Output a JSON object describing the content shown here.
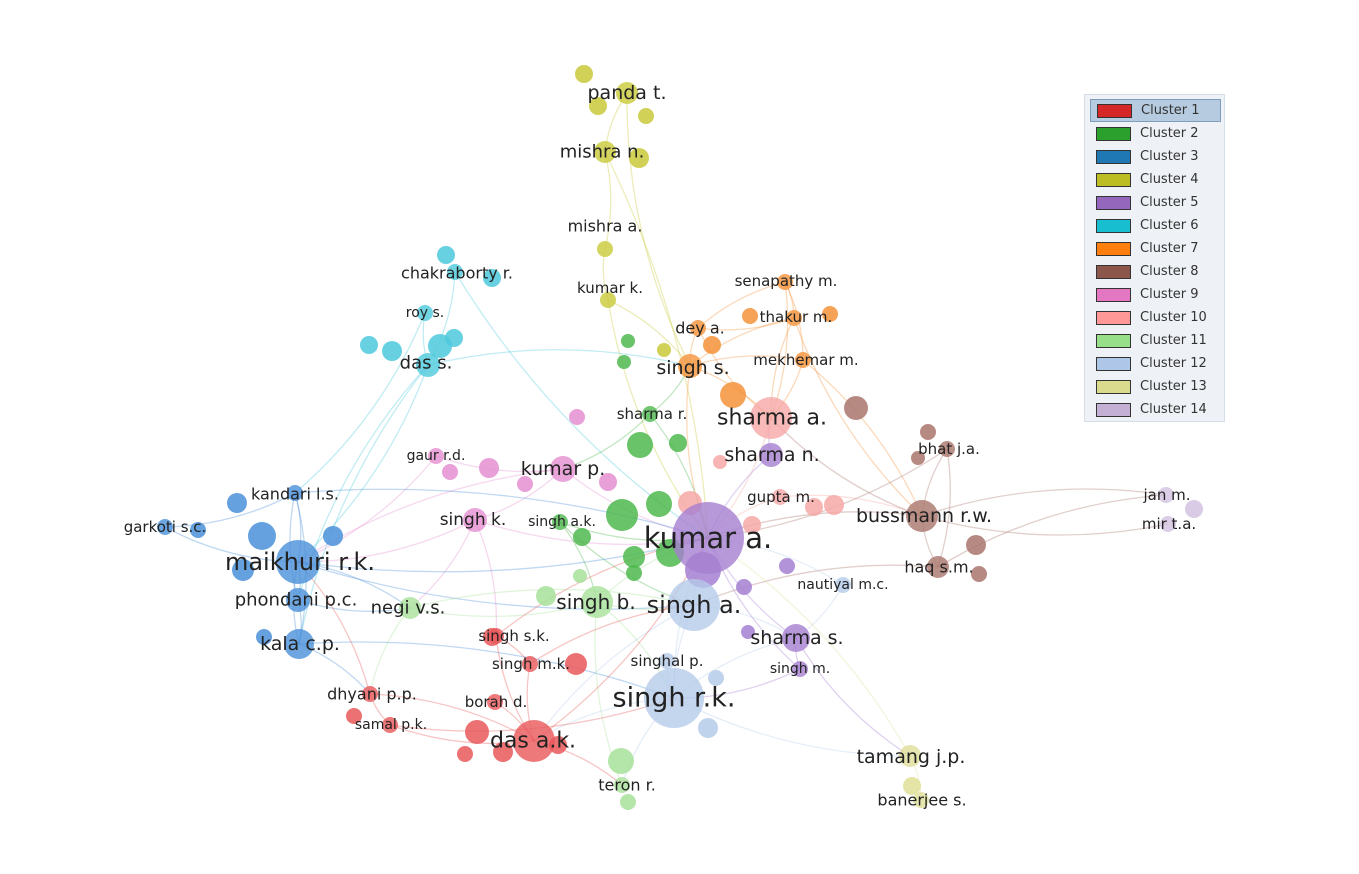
{
  "legend": {
    "items": [
      {
        "label": "Cluster 1",
        "color": "#d62728"
      },
      {
        "label": "Cluster 2",
        "color": "#2ca02c"
      },
      {
        "label": "Cluster 3",
        "color": "#1f77b4"
      },
      {
        "label": "Cluster 4",
        "color": "#bcbd22"
      },
      {
        "label": "Cluster 5",
        "color": "#9467bd"
      },
      {
        "label": "Cluster 6",
        "color": "#17becf"
      },
      {
        "label": "Cluster 7",
        "color": "#ff7f0e"
      },
      {
        "label": "Cluster 8",
        "color": "#8c564b"
      },
      {
        "label": "Cluster 9",
        "color": "#e377c2"
      },
      {
        "label": "Cluster 10",
        "color": "#ff9896"
      },
      {
        "label": "Cluster 11",
        "color": "#98df8a"
      },
      {
        "label": "Cluster 12",
        "color": "#aec7e8"
      },
      {
        "label": "Cluster 13",
        "color": "#dbdb8d"
      },
      {
        "label": "Cluster 14",
        "color": "#c5b0d5"
      }
    ]
  },
  "network": {
    "cluster_colors": {
      "1": "#e8585a",
      "2": "#4fb84f",
      "3": "#4a90d9",
      "4": "#c9c93a",
      "5": "#a57fd1",
      "6": "#4ec9dc",
      "7": "#f5923a",
      "8": "#a9766c",
      "9": "#e58fd1",
      "10": "#f6a8a6",
      "11": "#a7e19a",
      "12": "#b5cbea",
      "13": "#dfdf98",
      "14": "#d2c2e0"
    },
    "nodes": [
      {
        "id": "panda",
        "label": "panda t.",
        "cluster": 4,
        "weight": 5
      },
      {
        "id": "mishra_n",
        "label": "mishra n.",
        "cluster": 4,
        "weight": 5
      },
      {
        "id": "mishra_a",
        "label": "mishra a.",
        "cluster": 4,
        "weight": 3
      },
      {
        "id": "kumar_k",
        "label": "kumar k.",
        "cluster": 4,
        "weight": 2
      },
      {
        "id": "chakraborty",
        "label": "chakraborty r.",
        "cluster": 6,
        "weight": 3
      },
      {
        "id": "roy",
        "label": "roy s.",
        "cluster": 6,
        "weight": 2
      },
      {
        "id": "das_s",
        "label": "das s.",
        "cluster": 6,
        "weight": 5
      },
      {
        "id": "senapathy",
        "label": "senapathy m.",
        "cluster": 7,
        "weight": 3
      },
      {
        "id": "thakur",
        "label": "thakur m.",
        "cluster": 7,
        "weight": 4
      },
      {
        "id": "dey",
        "label": "dey a.",
        "cluster": 7,
        "weight": 4
      },
      {
        "id": "mekhemar",
        "label": "mekhemar m.",
        "cluster": 7,
        "weight": 3
      },
      {
        "id": "singh_s",
        "label": "singh s.",
        "cluster": 7,
        "weight": 6
      },
      {
        "id": "sharma_a",
        "label": "sharma a.",
        "cluster": 10,
        "weight": 8
      },
      {
        "id": "sharma_r",
        "label": "sharma r.",
        "cluster": 2,
        "weight": 3
      },
      {
        "id": "sharma_n",
        "label": "sharma n.",
        "cluster": 5,
        "weight": 5
      },
      {
        "id": "bhat",
        "label": "bhat j.a.",
        "cluster": 8,
        "weight": 3
      },
      {
        "id": "gaur",
        "label": "gaur r.d.",
        "cluster": 9,
        "weight": 2
      },
      {
        "id": "kumar_p",
        "label": "kumar p.",
        "cluster": 9,
        "weight": 6
      },
      {
        "id": "gupta",
        "label": "gupta m.",
        "cluster": 10,
        "weight": 3
      },
      {
        "id": "kandari",
        "label": "kandari l.s.",
        "cluster": 3,
        "weight": 3
      },
      {
        "id": "bussmann",
        "label": "bussmann r.w.",
        "cluster": 8,
        "weight": 7
      },
      {
        "id": "jan",
        "label": "jan m.",
        "cluster": 14,
        "weight": 3
      },
      {
        "id": "mir",
        "label": "mir t.a.",
        "cluster": 14,
        "weight": 3
      },
      {
        "id": "garkoti",
        "label": "garkoti s.c.",
        "cluster": 3,
        "weight": 2
      },
      {
        "id": "singh_k",
        "label": "singh k.",
        "cluster": 9,
        "weight": 5
      },
      {
        "id": "singh_ak",
        "label": "singh a.k.",
        "cluster": 2,
        "weight": 3
      },
      {
        "id": "kumar_a",
        "label": "kumar a.",
        "cluster": 5,
        "weight": 14
      },
      {
        "id": "maikhuri",
        "label": "maikhuri r.k.",
        "cluster": 3,
        "weight": 10
      },
      {
        "id": "haq",
        "label": "haq s.m.",
        "cluster": 8,
        "weight": 4
      },
      {
        "id": "nautiyal",
        "label": "nautiyal m.c.",
        "cluster": 12,
        "weight": 2
      },
      {
        "id": "phondani",
        "label": "phondani p.c.",
        "cluster": 3,
        "weight": 5
      },
      {
        "id": "negi",
        "label": "negi v.s.",
        "cluster": 11,
        "weight": 4
      },
      {
        "id": "singh_b",
        "label": "singh b.",
        "cluster": 11,
        "weight": 6
      },
      {
        "id": "singh_a",
        "label": "singh a.",
        "cluster": 12,
        "weight": 10
      },
      {
        "id": "kala",
        "label": "kala c.p.",
        "cluster": 3,
        "weight": 6
      },
      {
        "id": "singh_sk",
        "label": "singh s.k.",
        "cluster": 1,
        "weight": 4
      },
      {
        "id": "sharma_s",
        "label": "sharma s.",
        "cluster": 5,
        "weight": 5
      },
      {
        "id": "singhal",
        "label": "singhal p.",
        "cluster": 12,
        "weight": 2
      },
      {
        "id": "singh_mk",
        "label": "singh m.k.",
        "cluster": 1,
        "weight": 3
      },
      {
        "id": "singh_m",
        "label": "singh m.",
        "cluster": 5,
        "weight": 3
      },
      {
        "id": "dhyani",
        "label": "dhyani p.p.",
        "cluster": 1,
        "weight": 3
      },
      {
        "id": "singh_rk",
        "label": "singh r.k.",
        "cluster": 12,
        "weight": 12
      },
      {
        "id": "borah",
        "label": "borah d.",
        "cluster": 1,
        "weight": 3
      },
      {
        "id": "samal",
        "label": "samal p.k.",
        "cluster": 1,
        "weight": 3
      },
      {
        "id": "das_ak",
        "label": "das a.k.",
        "cluster": 1,
        "weight": 8
      },
      {
        "id": "tamang",
        "label": "tamang j.p.",
        "cluster": 13,
        "weight": 6
      },
      {
        "id": "teron",
        "label": "teron r.",
        "cluster": 11,
        "weight": 3
      },
      {
        "id": "banerjee",
        "label": "banerjee s.",
        "cluster": 13,
        "weight": 3
      }
    ]
  }
}
